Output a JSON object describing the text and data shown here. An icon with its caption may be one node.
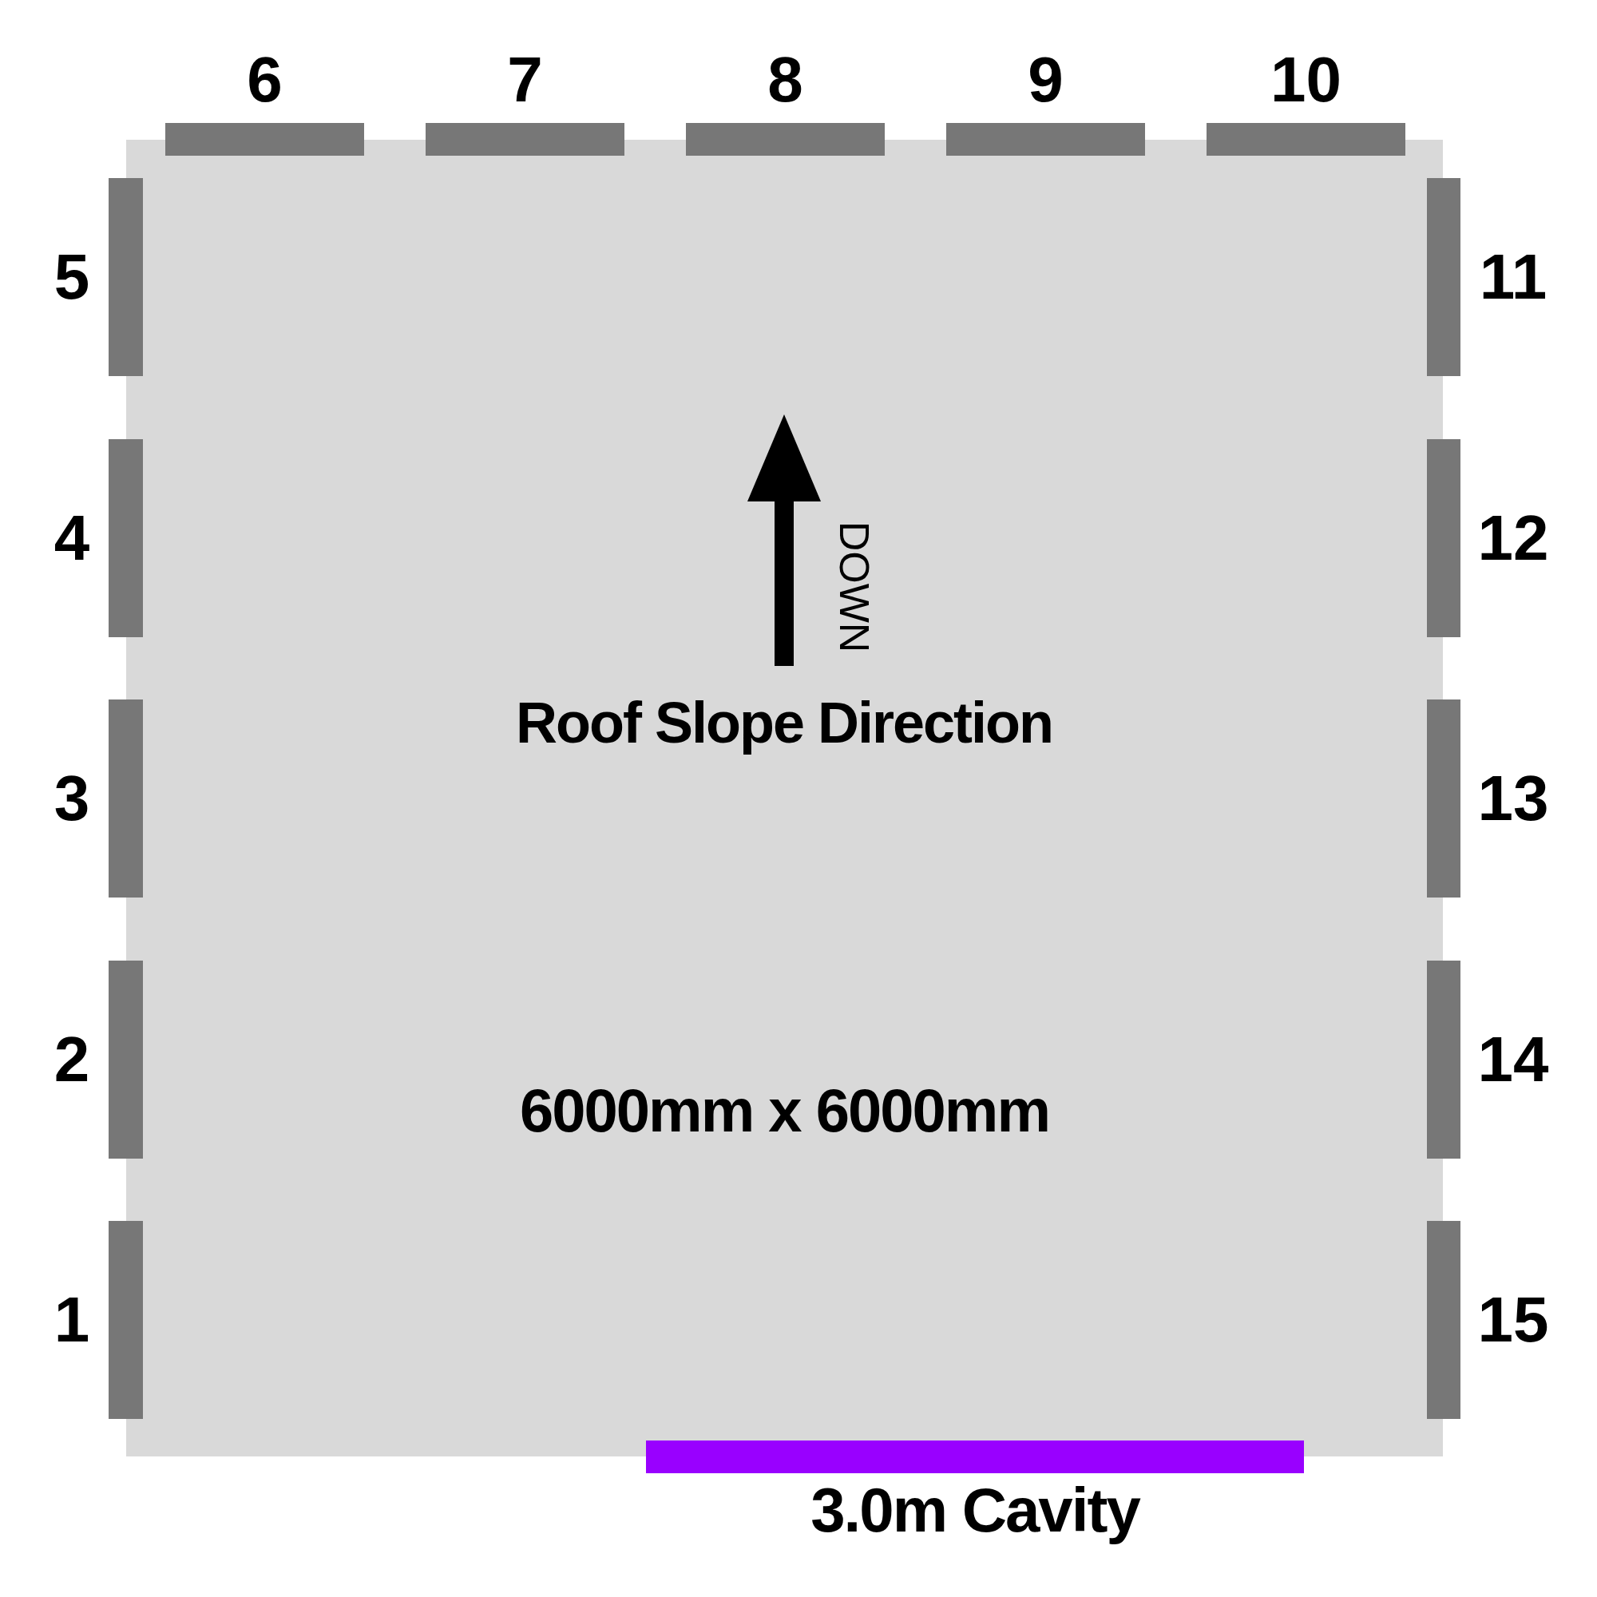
{
  "diagram": {
    "nodes": [
      {
        "text": [
          "6000mm x 6000mm"
        ]
      },
      {
        "text": [],
        "shape": "bar",
        "beside": [
          "1"
        ]
      },
      {
        "text": [],
        "shape": "bar",
        "beside": [
          "2"
        ]
      },
      {
        "text": [],
        "shape": "bar",
        "beside": [
          "3"
        ]
      },
      {
        "text": [],
        "shape": "bar",
        "beside": [
          "4"
        ]
      },
      {
        "text": [],
        "shape": "bar",
        "beside": [
          "5"
        ]
      },
      {
        "text": [],
        "shape": "bar",
        "beside": [
          "6"
        ]
      },
      {
        "text": [],
        "shape": "bar",
        "beside": [
          "7"
        ]
      },
      {
        "text": [],
        "shape": "bar",
        "beside": [
          "8"
        ]
      },
      {
        "text": [],
        "shape": "bar",
        "beside": [
          "9"
        ]
      },
      {
        "text": [],
        "shape": "bar",
        "beside": [
          "10"
        ]
      },
      {
        "text": [],
        "shape": "bar",
        "beside": [
          "11"
        ]
      },
      {
        "text": [],
        "shape": "bar",
        "beside": [
          "12"
        ]
      },
      {
        "text": [],
        "shape": "bar",
        "beside": [
          "13"
        ]
      },
      {
        "text": [],
        "shape": "bar",
        "beside": [
          "14"
        ]
      },
      {
        "text": [],
        "shape": "bar",
        "beside": [
          "15"
        ]
      },
      {
        "text": [],
        "shape": "bar",
        "beside": [
          "3.0m Cavity"
        ]
      }
    ],
    "edges": [],
    "labels": [
      "DOWN",
      "Roof Slope Direction"
    ]
  }
}
